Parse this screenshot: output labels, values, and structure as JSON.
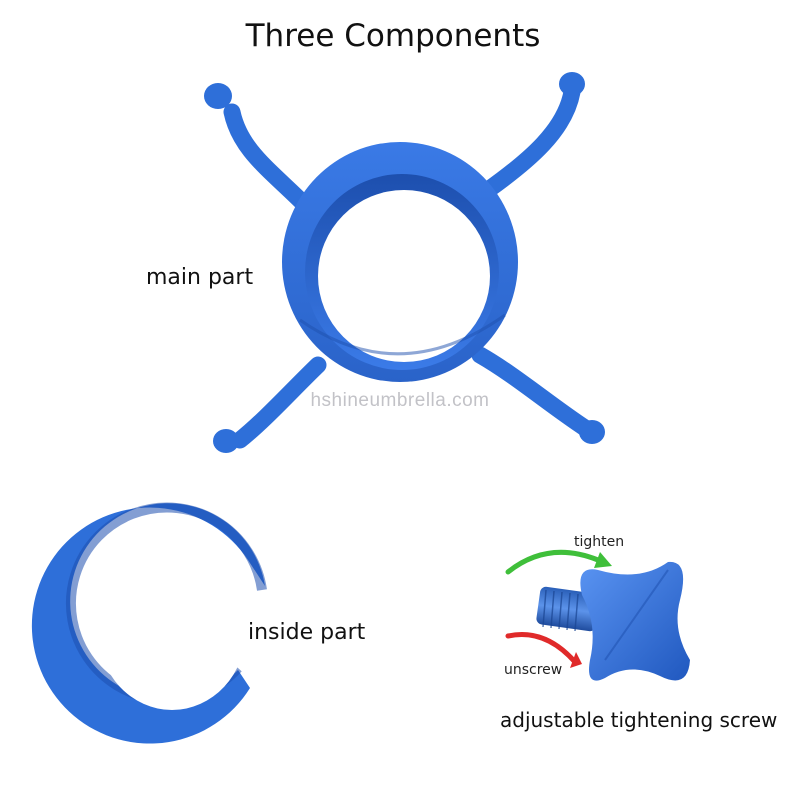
{
  "title": "Three Components",
  "labels": {
    "main_part": "main part",
    "inside_part": "inside part",
    "screw": "adjustable tightening screw",
    "tighten": "tighten",
    "unscrew": "unscrew"
  },
  "watermark": "hshineumbrella.com",
  "colors": {
    "part_blue": "#2e6fd9",
    "part_blue_dark": "#1d4fae",
    "part_blue_light": "#4f8cf0",
    "tighten_arrow": "#3fbf3a",
    "unscrew_arrow": "#e02a2a"
  }
}
